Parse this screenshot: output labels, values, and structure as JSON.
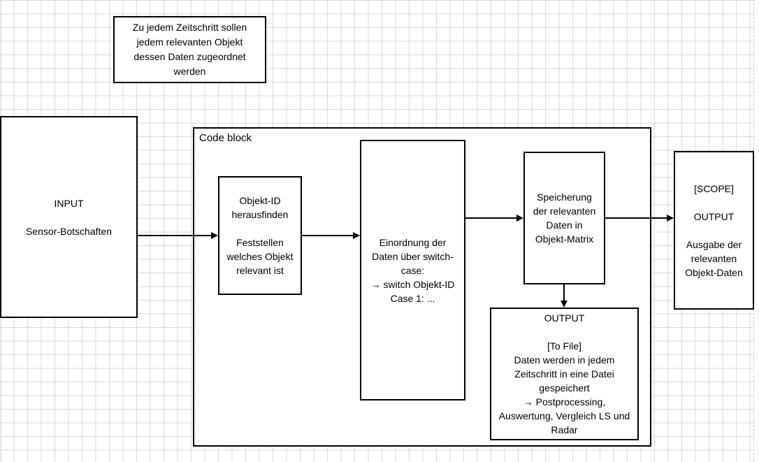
{
  "colors": {
    "line": "#000000",
    "grid": "#d9d9d9",
    "background": "#ffffff"
  },
  "diagram": {
    "note_box": {
      "text": [
        "Zu jedem Zeitschritt sollen",
        "jedem relevanten Objekt",
        "dessen Daten zugeordnet",
        "werden"
      ]
    },
    "input_box": {
      "text": [
        "INPUT",
        "",
        "Sensor-Botschaften"
      ]
    },
    "code_block": {
      "label": "Code block"
    },
    "object_id_box": {
      "text": [
        "Objekt-ID",
        "herausfinden",
        "",
        "Feststellen",
        "welches Objekt",
        "relevant ist"
      ]
    },
    "switch_case_box": {
      "text": [
        "Einordnung der",
        "Daten über switch-",
        "case:",
        "→ switch Objekt-ID",
        "Case 1:  ..."
      ]
    },
    "matrix_box": {
      "text": [
        "Speicherung",
        "der relevanten",
        "Daten in",
        "Objekt-Matrix"
      ]
    },
    "to_file_box": {
      "text": [
        "OUTPUT",
        "",
        "[To File]",
        "Daten werden in jedem",
        "Zeitschritt in eine Datei",
        "gespeichert",
        "→ Postprocessing,",
        "Auswertung, Vergleich LS und",
        "Radar"
      ]
    },
    "scope_box": {
      "text": [
        "[SCOPE]",
        "",
        "OUTPUT",
        "",
        "Ausgabe der",
        "relevanten",
        "Objekt-Daten"
      ]
    }
  }
}
